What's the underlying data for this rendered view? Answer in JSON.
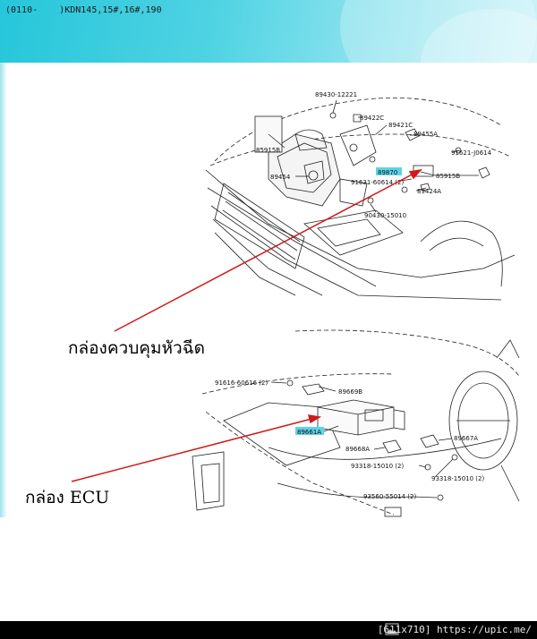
{
  "header": {
    "text": "(0110-    )KDN145,15#,16#,190"
  },
  "top_diagram": {
    "labels": [
      "89430-12221",
      "89422C",
      "89421C",
      "85915B",
      "89455A",
      "91621-J0614",
      "89870",
      "85915B",
      "89454",
      "91631-60614 (2)",
      "89424A",
      "90430-15010"
    ],
    "caption": "กล่องควบคุมหัวฉีด"
  },
  "bottom_diagram": {
    "labels": [
      "91616-60616 (2)",
      "89669B",
      "89661A",
      "89667A",
      "89668A",
      "93318-15010 (2)",
      "93318-15010 (2)",
      "93560-55014 (2)"
    ],
    "caption": "กล่อง ECU"
  },
  "footer": {
    "text": "[611x710] https://upic.me/"
  },
  "colors": {
    "arrow": "#d11a1a",
    "highlight": "#5fd3e6",
    "header": "#26c6da"
  }
}
